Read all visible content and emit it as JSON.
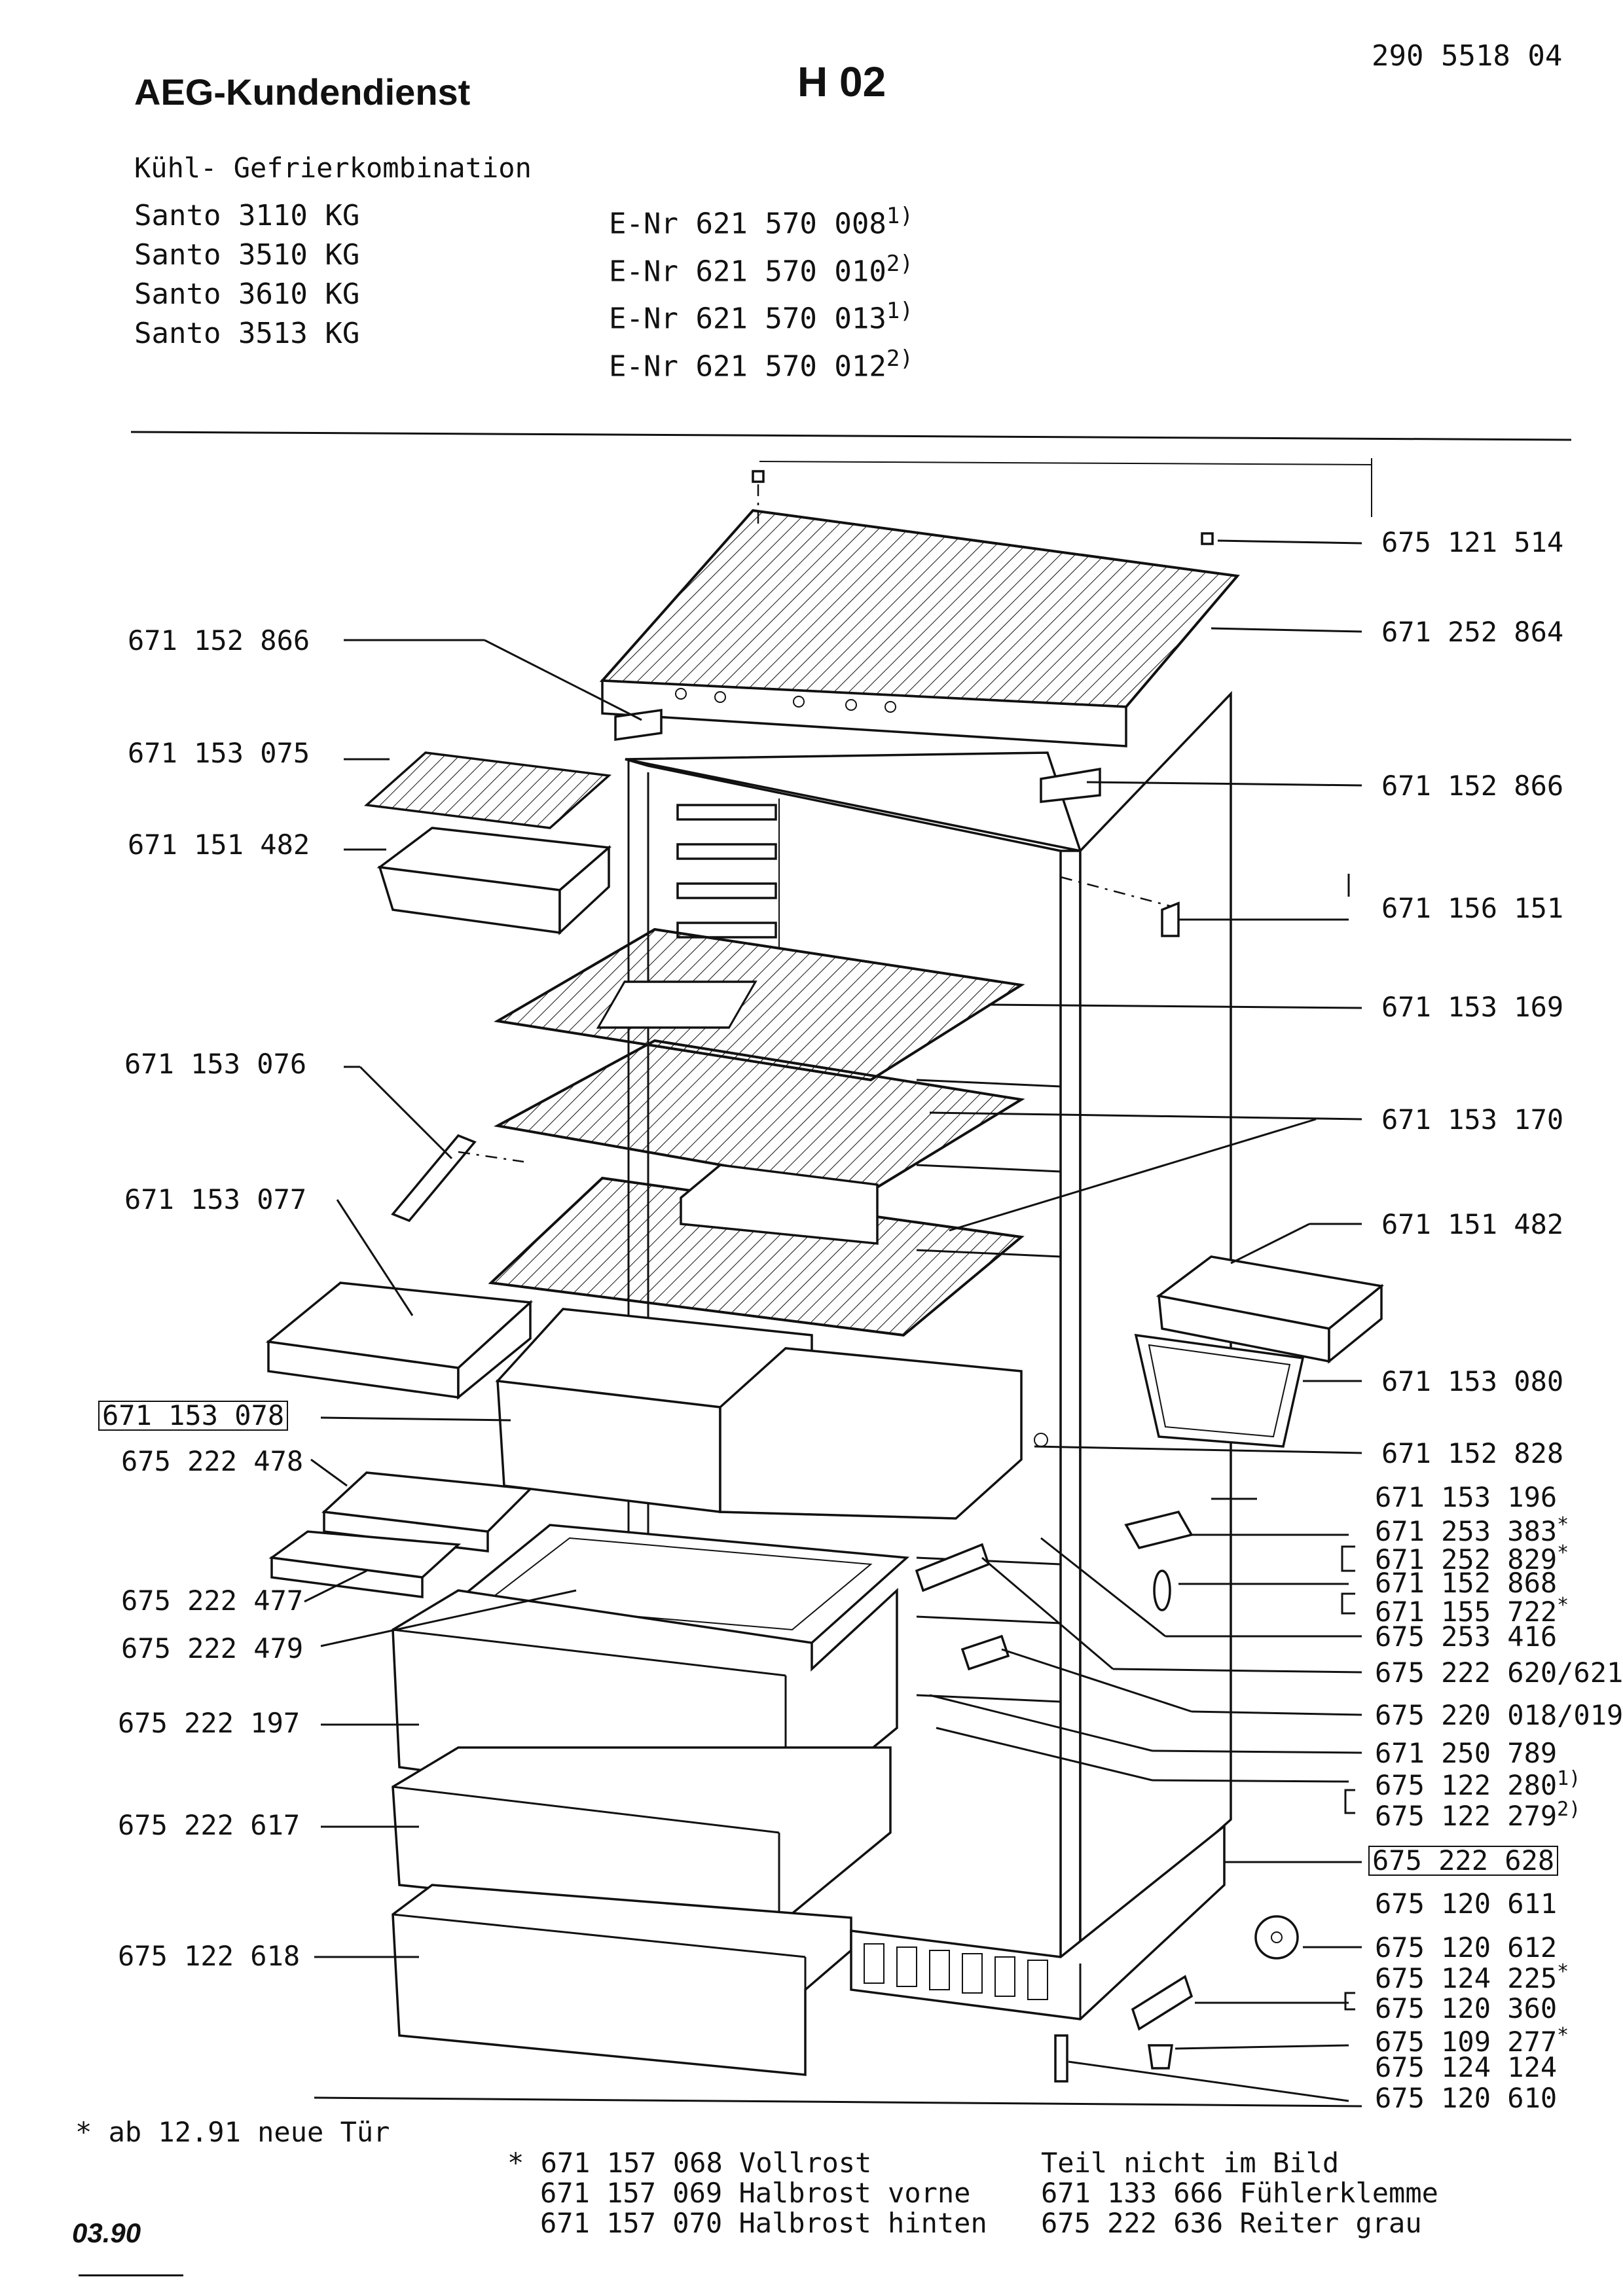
{
  "header": {
    "brand": "AEG-Kundendienst",
    "code": "H 02",
    "doc_number": "290 5518 04",
    "subtitle": "Kühl- Gefrierkombination"
  },
  "models": [
    {
      "name": "Santo 3110 KG",
      "enr": "E-Nr 621 570 008",
      "note": "1)"
    },
    {
      "name": "Santo 3510 KG",
      "enr": "E-Nr 621 570 010",
      "note": "2)"
    },
    {
      "name": "Santo 3610 KG",
      "enr": "E-Nr 621 570 013",
      "note": "1)"
    },
    {
      "name": "Santo 3513 KG",
      "enr": "E-Nr 621 570 012",
      "note": "2)"
    }
  ],
  "parts_left": [
    "671 152 866",
    "671 153 075",
    "671 151 482",
    "671 153 076",
    "671 153 077",
    "671 153 078",
    "675 222 478",
    "675 222 477",
    "675 222 479",
    "675 222 197",
    "675 222 617",
    "675 122 618"
  ],
  "parts_right": [
    "675 121 514",
    "671 252 864",
    "671 152 866",
    "671 156 151",
    "671 153 169",
    "671 153 170",
    "671 151 482",
    "671 153 080",
    "671 152 828",
    "671 153 196",
    "671 253 383",
    "671 252 829",
    "671 152 868",
    "671 155 722",
    "675 253 416",
    "675 222 620/621",
    "675 220 018/019",
    "671 250 789",
    "675 122 280",
    "675 122 279",
    "675 222 628",
    "675 120 611",
    "675 120 612",
    "675 124 225",
    "675 120 360",
    "675 109 277",
    "675 124 124",
    "675 120 610"
  ],
  "part_marks": {
    "asterisk": "*",
    "note_1": "1)",
    "note_2": "2)"
  },
  "footer": {
    "door_note": "* ab 12.91 neue Tür",
    "grates": [
      {
        "prefix": "*",
        "number": "671 157 068",
        "label": "Vollrost"
      },
      {
        "prefix": "",
        "number": "671 157 069",
        "label": "Halbrost vorne"
      },
      {
        "prefix": "",
        "number": "671 157 070",
        "label": "Halbrost hinten"
      }
    ],
    "not_shown_title": "Teil nicht im Bild",
    "not_shown": [
      {
        "number": "671 133 666",
        "label": "Fühlerklemme"
      },
      {
        "number": "675 222 636",
        "label": "Reiter grau"
      }
    ],
    "date": "03.90"
  }
}
